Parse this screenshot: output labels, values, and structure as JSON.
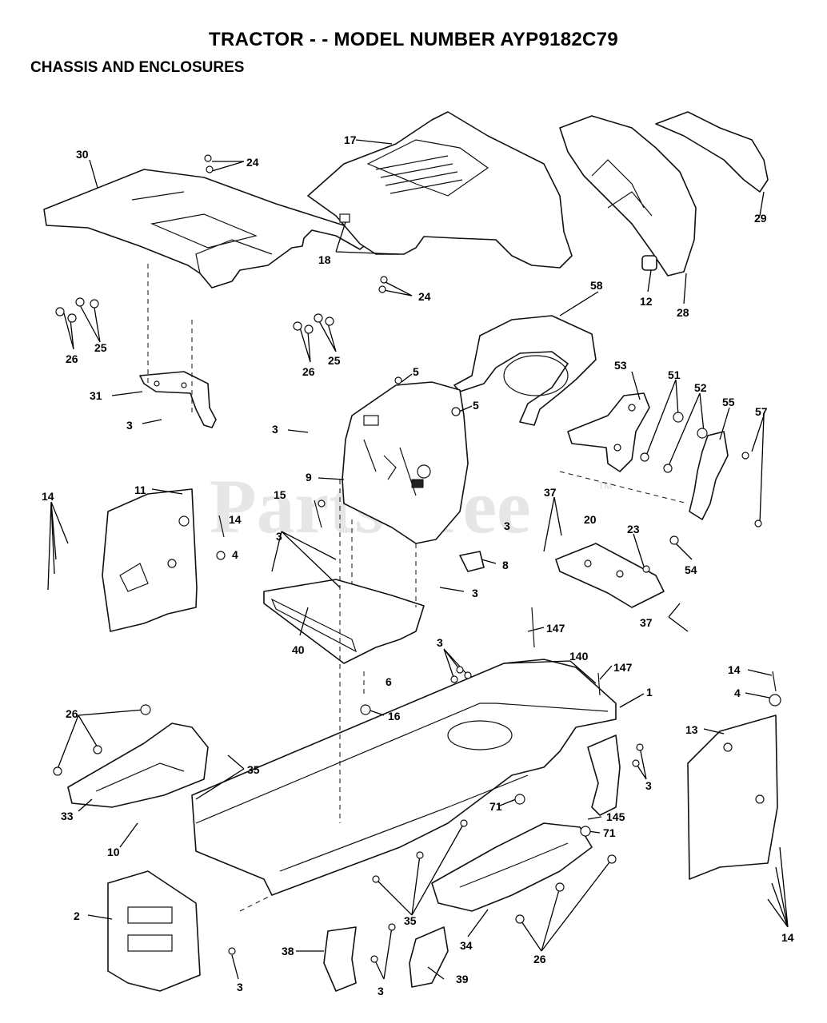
{
  "header": {
    "title": "TRACTOR - - MODEL NUMBER AYP9182C79",
    "subtitle": "CHASSIS AND ENCLOSURES"
  },
  "watermark": {
    "text": "PartsTree",
    "trademark": "TM"
  },
  "callouts": {
    "c30": "30",
    "c24a": "24",
    "c17": "17",
    "c18": "18",
    "c24b": "24",
    "c29": "29",
    "c12": "12",
    "c28": "28",
    "c58": "58",
    "c26a": "26",
    "c25a": "25",
    "c26b": "26",
    "c25b": "25",
    "c31": "31",
    "c3a": "3",
    "c5a": "5",
    "c5b": "5",
    "c3b": "3",
    "c9": "9",
    "c53": "53",
    "c51": "51",
    "c52": "52",
    "c55": "55",
    "c57": "57",
    "c11": "11",
    "c14a": "14",
    "c15": "15",
    "c14b": "14",
    "c4a": "4",
    "c3c": "3",
    "c3d": "3",
    "c37a": "37",
    "c20": "20",
    "c23": "23",
    "c54": "54",
    "c8": "8",
    "c3e": "3",
    "c40": "40",
    "c6": "6",
    "c37b": "37",
    "c147a": "147",
    "c3f": "3",
    "c140": "140",
    "c147b": "147",
    "c1": "1",
    "c14c": "14",
    "c4b": "4",
    "c13": "13",
    "c16": "16",
    "c26c": "26",
    "c35a": "35",
    "c33": "33",
    "c10": "10",
    "c3g": "3",
    "c71a": "71",
    "c145": "145",
    "c71b": "71",
    "c2": "2",
    "c35b": "35",
    "c38": "38",
    "c3h": "3",
    "c39": "39",
    "c34": "34",
    "c26d": "26",
    "c3i": "3",
    "c14d": "14"
  }
}
